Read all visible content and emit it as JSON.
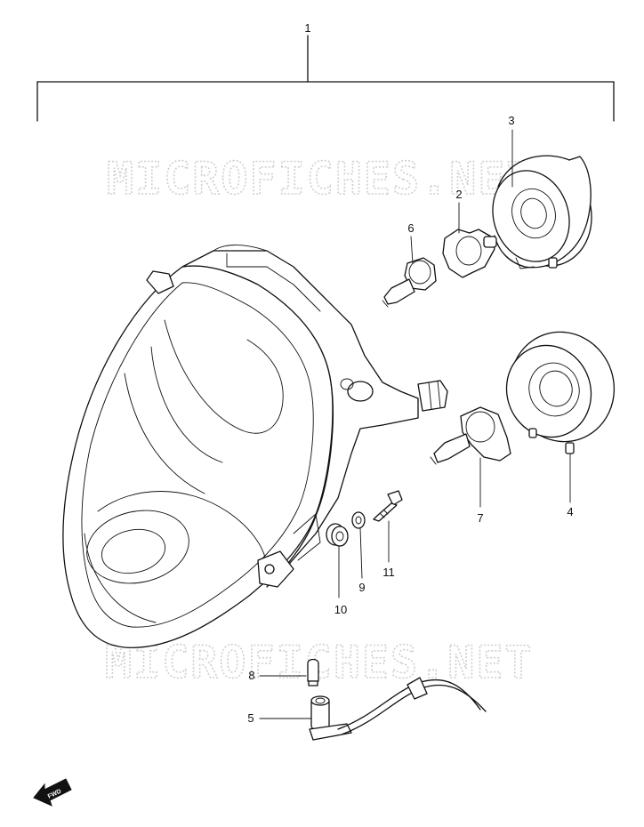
{
  "watermark": "MICROFICHES.NET",
  "badge": "FWD",
  "callouts": [
    {
      "id": "1",
      "text": "1"
    },
    {
      "id": "2",
      "text": "2"
    },
    {
      "id": "3",
      "text": "3"
    },
    {
      "id": "4",
      "text": "4"
    },
    {
      "id": "5",
      "text": "5"
    },
    {
      "id": "6",
      "text": "6"
    },
    {
      "id": "7",
      "text": "7"
    },
    {
      "id": "8",
      "text": "8"
    },
    {
      "id": "9",
      "text": "9"
    },
    {
      "id": "10",
      "text": "10"
    },
    {
      "id": "11",
      "text": "11"
    }
  ]
}
